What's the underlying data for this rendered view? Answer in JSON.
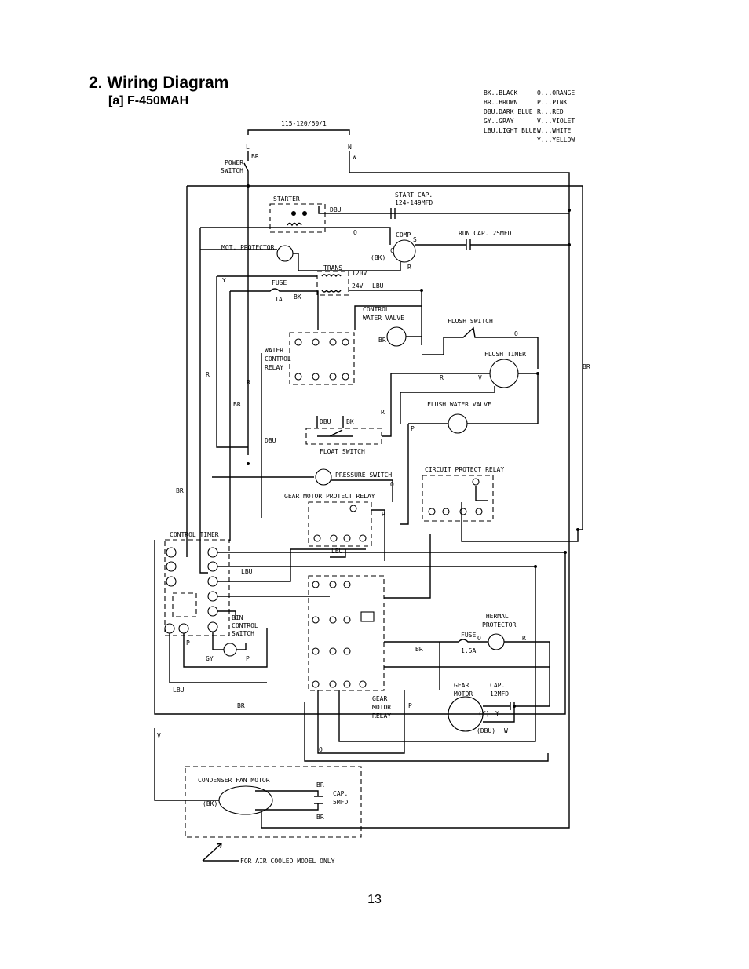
{
  "header": {
    "title": "2. Wiring Diagram",
    "subtitle": "[a] F-450MAH"
  },
  "legend": [
    "BK..BLACK",
    "BR..BROWN",
    "DBU.DARK BLUE",
    "GY..GRAY",
    "LBU.LIGHT BLUE",
    "O...ORANGE",
    "P...PINK",
    "R...RED",
    "V...VIOLET",
    "W...WHITE",
    "Y...YELLOW"
  ],
  "power": {
    "supply": "115-120/60/1",
    "l": "L",
    "n": "N",
    "br": "BR",
    "w": "W",
    "switch": [
      "POWER",
      "SWITCH"
    ]
  },
  "components": {
    "starter": "STARTER",
    "start_cap": [
      "START CAP.",
      "124-149MFD"
    ],
    "comp": "COMP",
    "run_cap": "RUN CAP. 25MFD",
    "mot_protector": "MOT. PROTECTOR",
    "trans": "TRANS",
    "v120": "120V",
    "v24": "24V",
    "fuse1": [
      "FUSE",
      "1A"
    ],
    "control_water_valve": [
      "CONTROL",
      "WATER VALVE"
    ],
    "flush_switch": "FLUSH SWITCH",
    "flush_timer": "FLUSH TIMER",
    "water_control_relay": [
      "WATER",
      "CONTROL",
      "RELAY"
    ],
    "float_switch": "FLOAT SWITCH",
    "flush_water_valve": "FLUSH WATER VALVE",
    "pressure_switch": "PRESSURE SWITCH",
    "circuit_protect_relay": "CIRCUIT PROTECT RELAY",
    "gear_motor_protect_relay": "GEAR MOTOR PROTECT RELAY",
    "control_timer": "CONTROL TIMER",
    "bin_control_switch": [
      "BIN",
      "CONTROL",
      "SWITCH"
    ],
    "thermal_protector": [
      "THERMAL",
      "PROTECTOR"
    ],
    "fuse2": [
      "FUSE",
      "1.5A"
    ],
    "gear_motor": [
      "GEAR",
      "MOTOR"
    ],
    "cap12": [
      "CAP.",
      "12MFD"
    ],
    "gear_motor_relay": [
      "GEAR",
      "MOTOR",
      "RELAY"
    ],
    "condenser_fan_motor": "CONDENSER FAN MOTOR",
    "cap5": [
      "CAP.",
      "5MFD"
    ],
    "air_cooled_note": "FOR AIR COOLED MODEL ONLY"
  },
  "wire_labels": {
    "dbu": "DBU",
    "o": "O",
    "bk": "BK",
    "bk_paren": "(BK)",
    "lbu": "LBU",
    "y": "Y",
    "r": "R",
    "br": "BR",
    "v": "V",
    "p": "P",
    "w": "W",
    "gy": "GY",
    "y_paren": "(Y)",
    "dbu_paren": "(DBU)",
    "s": "S",
    "c": "C"
  },
  "page_number": "13"
}
